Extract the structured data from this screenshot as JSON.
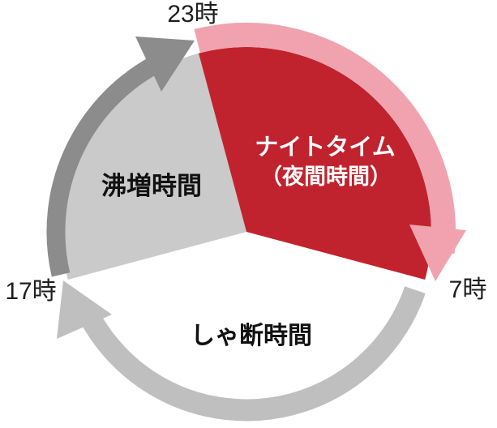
{
  "clock": {
    "background": "#FFFFFF",
    "hours": {
      "h23": "23時",
      "h7": "7時",
      "h17": "17時"
    },
    "segments": {
      "night": {
        "label_line1": "ナイトタイム",
        "label_line2": "（夜間時間）",
        "from_hour": "23時",
        "to_hour": "7時",
        "fill": "#C1232E",
        "arrow_color": "#F0A3AE",
        "text_color": "#FFFFFF"
      },
      "cutoff": {
        "label": "しゃ断時間",
        "from_hour": "7時",
        "to_hour": "17時",
        "fill": "#FFFFFF",
        "arrow_color": "#BFBFBF",
        "text_color": "#111111"
      },
      "boost": {
        "label": "沸増時間",
        "from_hour": "17時",
        "to_hour": "23時",
        "fill": "#CACACA",
        "arrow_color": "#8C8C8C",
        "text_color": "#111111"
      }
    }
  }
}
